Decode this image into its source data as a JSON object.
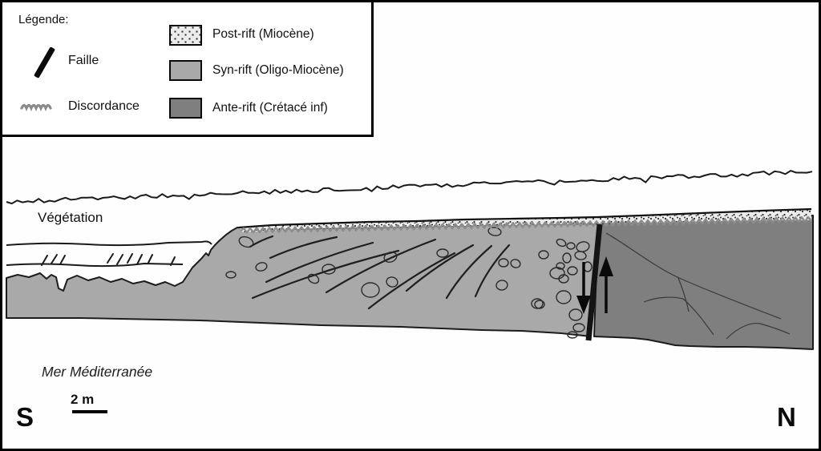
{
  "legend": {
    "title": "Légende:",
    "fault": {
      "label": "Faille"
    },
    "unconformity": {
      "label": "Discordance"
    },
    "units": [
      {
        "id": "post-rift",
        "label": "Post-rift (Miocène)",
        "pattern": "stippled",
        "color": "#ececec"
      },
      {
        "id": "syn-rift",
        "label": "Syn-rift (Oligo-Miocène)",
        "color": "#a9a9a9"
      },
      {
        "id": "ante-rift",
        "label": "Ante-rift (Crétacé inf)",
        "color": "#7f7f7f"
      }
    ]
  },
  "section": {
    "vegetation_label": "Végétation",
    "sea_label": "Mer Méditerranée",
    "scale_label": "2 m",
    "direction_left": "S",
    "direction_right": "N",
    "colors": {
      "outline": "#1a1a1a",
      "fault": "#141414",
      "unconformity": "#8c8c8c",
      "syn_rift": "#a9a9a9",
      "ante_rift": "#7f7f7f",
      "post_rift_bg": "#ececec"
    }
  }
}
